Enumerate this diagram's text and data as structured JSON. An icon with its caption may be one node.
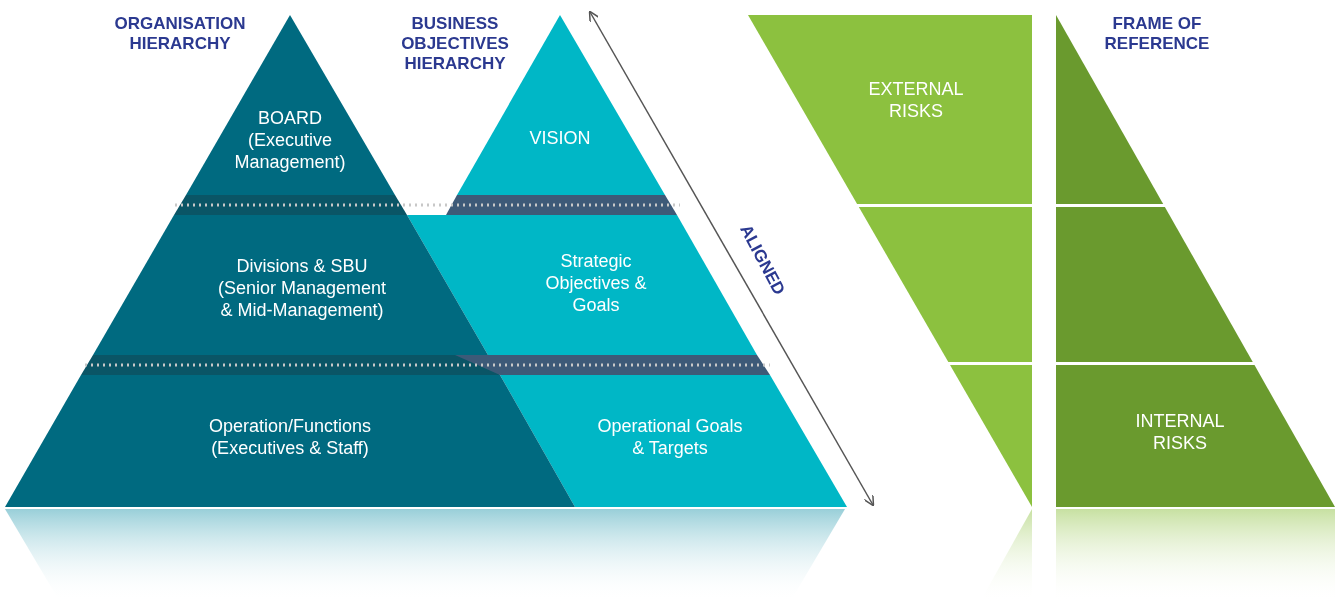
{
  "diagram": {
    "nodes": [
      {
        "text": [
          "BOARD (Executive Management)"
        ]
      },
      {
        "text": [
          "Divisions & SBU (Senior Management & Mid-Management)"
        ]
      },
      {
        "text": [
          "Operation/Functions (Executives & Staff)"
        ]
      },
      {
        "text": [
          "VISION"
        ]
      },
      {
        "text": [
          "Strategic Objectives & Goals"
        ]
      },
      {
        "text": [
          "Operational Goals & Targets"
        ]
      },
      {
        "text": [
          "EXTERNAL RISKS"
        ]
      },
      {
        "text": [
          "INTERNAL RISKS"
        ]
      }
    ],
    "edges": [],
    "labels": [
      "ORGANISATION HIERARCHY",
      "BUSINESS OBJECTIVES HIERARCHY",
      "ALIGNED",
      "FRAME OF REFERENCE"
    ]
  }
}
